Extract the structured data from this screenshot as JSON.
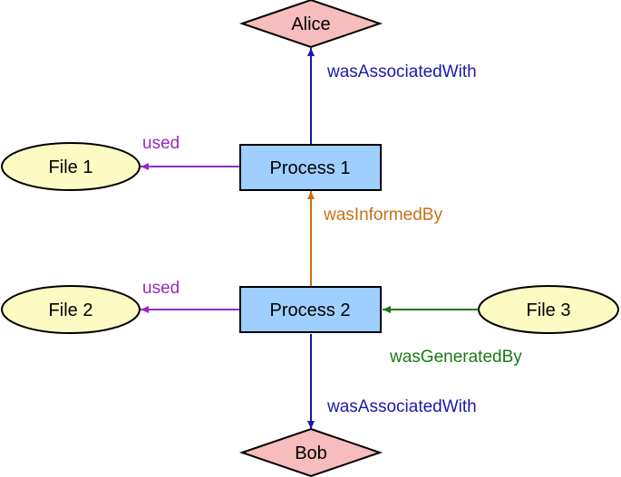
{
  "nodes": {
    "alice": {
      "label": "Alice",
      "kind": "agent",
      "fill": "#f7bcbc"
    },
    "bob": {
      "label": "Bob",
      "kind": "agent",
      "fill": "#f7bcbc"
    },
    "process1": {
      "label": "Process 1",
      "kind": "activity",
      "fill": "#9fcfff"
    },
    "process2": {
      "label": "Process 2",
      "kind": "activity",
      "fill": "#9fcfff"
    },
    "file1": {
      "label": "File 1",
      "kind": "entity",
      "fill": "#fdfbc4"
    },
    "file2": {
      "label": "File 2",
      "kind": "entity",
      "fill": "#fdfbc4"
    },
    "file3": {
      "label": "File 3",
      "kind": "entity",
      "fill": "#fdfbc4"
    }
  },
  "edges": {
    "p1_alice": {
      "label": "wasAssociatedWith",
      "color": "#1a1aa8"
    },
    "p1_file1": {
      "label": "used",
      "color": "#9a28c2"
    },
    "p2_p1": {
      "label": "wasInformedBy",
      "color": "#c76f14"
    },
    "p2_file2": {
      "label": "used",
      "color": "#9a28c2"
    },
    "file3_p2": {
      "label": "wasGeneratedBy",
      "color": "#177a17"
    },
    "p2_bob": {
      "label": "wasAssociatedWith",
      "color": "#1a1aa8"
    }
  }
}
